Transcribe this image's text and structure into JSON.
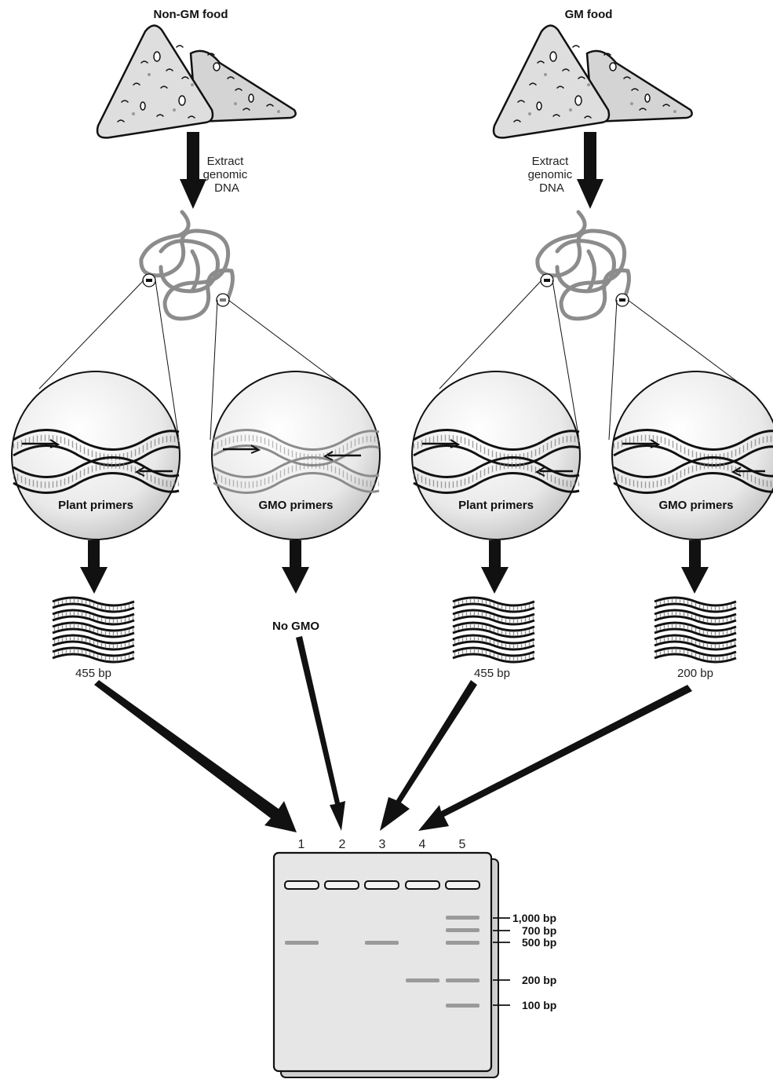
{
  "sources": {
    "non_gm": {
      "title": "Non-GM food",
      "extract": [
        "Extract",
        "genomic",
        "DNA"
      ]
    },
    "gm": {
      "title": "GM food",
      "extract": [
        "Extract",
        "genomic",
        "DNA"
      ]
    }
  },
  "primers": {
    "plant_label": "Plant primers",
    "gmo_label": "GMO primers"
  },
  "products": {
    "plant_non_gm": "455 bp",
    "gmo_non_gm": "No GMO",
    "plant_gm": "455 bp",
    "gmo_gm": "200 bp"
  },
  "gel": {
    "lanes": [
      "1",
      "2",
      "3",
      "4",
      "5"
    ],
    "markers": [
      "1,000 bp",
      "700 bp",
      "500 bp",
      "200 bp",
      "100 bp"
    ],
    "lane_bands": [
      [
        "500"
      ],
      [],
      [
        "500"
      ],
      [
        "200"
      ],
      [
        "1000",
        "700",
        "500",
        "200",
        "100"
      ]
    ]
  },
  "colors": {
    "band": "#9a9a9a",
    "gel": "#e6e6e6",
    "arrow": "#111111",
    "dna_gray": "#8c8c8c"
  }
}
